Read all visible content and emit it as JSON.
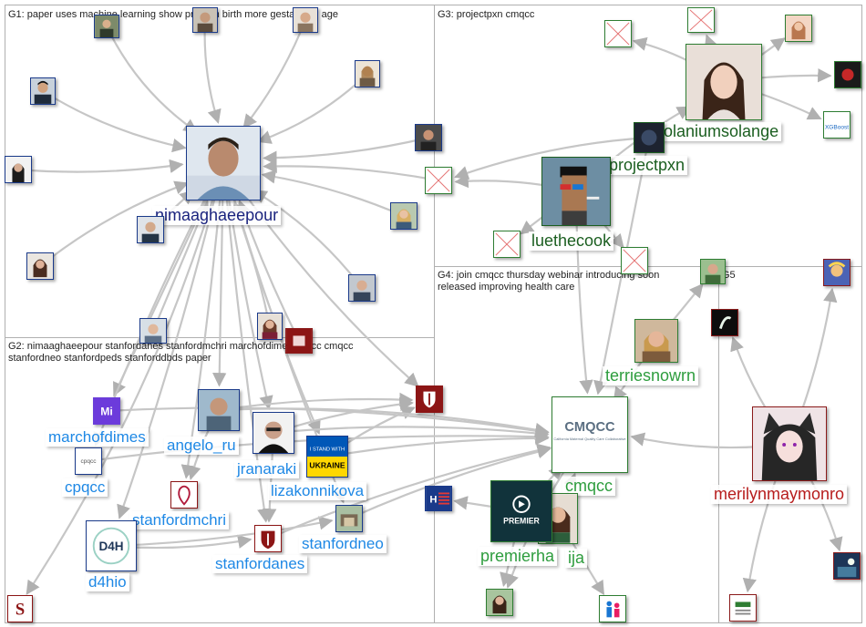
{
  "groups": [
    {
      "id": "G1",
      "title": "G1: paper uses machine learning show preterm birth more gestational age"
    },
    {
      "id": "G2",
      "title": "G2: nimaaghaeepour stanfordanes stanfordmchri marchofdimes cpqcc cmqcc\nstanfordneo stanfordpeds stanforddbds paper"
    },
    {
      "id": "G3",
      "title": "G3: projectpxn cmqcc"
    },
    {
      "id": "G4",
      "title": "G4: join cmqcc thursday webinar introducing soon\nreleased improving health care"
    },
    {
      "id": "G5",
      "title": "G5"
    }
  ],
  "labels": {
    "nimaaghaeepour": "nimaaghaeepour",
    "marchofdimes": "marchofdimes",
    "angelo_ru": "angelo_ru",
    "jranaraki": "jranaraki",
    "lizakonnikova": "lizakonnikova",
    "cpqcc": "cpqcc",
    "stanfordmchri": "stanfordmchri",
    "stanfordanes": "stanfordanes",
    "stanfordneo": "stanfordneo",
    "d4hio": "d4hio",
    "solaniumsolange": "solaniumsolange",
    "projectpxn": "projectpxn",
    "luethecook": "luethecook",
    "terriesnowrn": "terriesnowrn",
    "cmqcc": "cmqcc",
    "premierha": "premierha",
    "ija": "ija",
    "merilynmaymonro": "merilynmaymonro"
  },
  "logo_text": {
    "cmqcc": "CMQCC",
    "cmqcc_sub": "California Maternal Quality Care Collaborative",
    "premier": "PREMIER",
    "d4h": "D4H",
    "ukraine_line1": "I STAND WITH",
    "ukraine_line2": "UKRAINE",
    "xgboost": "XGBoost"
  },
  "colors": {
    "g1_label": "#1a237e",
    "g2_label": "#1e88e5",
    "g3_label": "#1b5e20",
    "g4_label": "#2e9d3e",
    "g5_label": "#b71c1c",
    "edge": "#c8c8c8",
    "edge_dark": "#b5b5b5"
  }
}
